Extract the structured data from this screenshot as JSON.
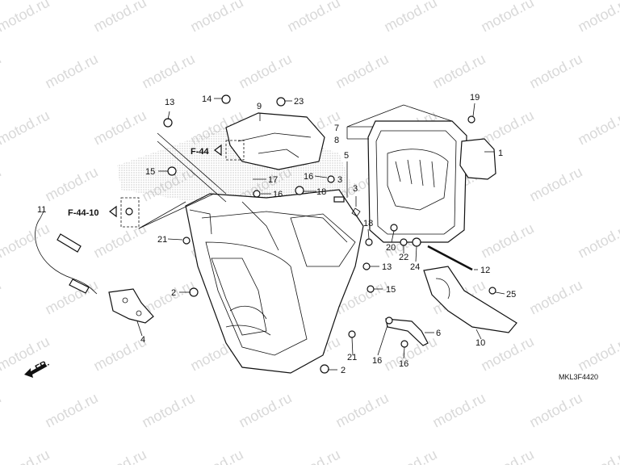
{
  "watermark": "motod.ru",
  "diagram_code": "MKL3F4420",
  "front_label": "FR.",
  "refs": {
    "f44": "F-44",
    "f4410": "F-44-10"
  },
  "callouts": [
    {
      "id": "1",
      "label": "1"
    },
    {
      "id": "2a",
      "label": "2"
    },
    {
      "id": "2b",
      "label": "2"
    },
    {
      "id": "3a",
      "label": "3"
    },
    {
      "id": "3b",
      "label": "3"
    },
    {
      "id": "4",
      "label": "4"
    },
    {
      "id": "5",
      "label": "5"
    },
    {
      "id": "6",
      "label": "6"
    },
    {
      "id": "7",
      "label": "7"
    },
    {
      "id": "8",
      "label": "8"
    },
    {
      "id": "9",
      "label": "9"
    },
    {
      "id": "10",
      "label": "10"
    },
    {
      "id": "11",
      "label": "11"
    },
    {
      "id": "12",
      "label": "12"
    },
    {
      "id": "13a",
      "label": "13"
    },
    {
      "id": "13b",
      "label": "13"
    },
    {
      "id": "14",
      "label": "14"
    },
    {
      "id": "15a",
      "label": "15"
    },
    {
      "id": "15b",
      "label": "15"
    },
    {
      "id": "16a",
      "label": "16"
    },
    {
      "id": "16b",
      "label": "16"
    },
    {
      "id": "16c",
      "label": "16"
    },
    {
      "id": "16d",
      "label": "16"
    },
    {
      "id": "17",
      "label": "17"
    },
    {
      "id": "18a",
      "label": "18"
    },
    {
      "id": "18b",
      "label": "18"
    },
    {
      "id": "19",
      "label": "19"
    },
    {
      "id": "20",
      "label": "20"
    },
    {
      "id": "21a",
      "label": "21"
    },
    {
      "id": "21b",
      "label": "21"
    },
    {
      "id": "22",
      "label": "22"
    },
    {
      "id": "23",
      "label": "23"
    },
    {
      "id": "24",
      "label": "24"
    },
    {
      "id": "25",
      "label": "25"
    }
  ]
}
